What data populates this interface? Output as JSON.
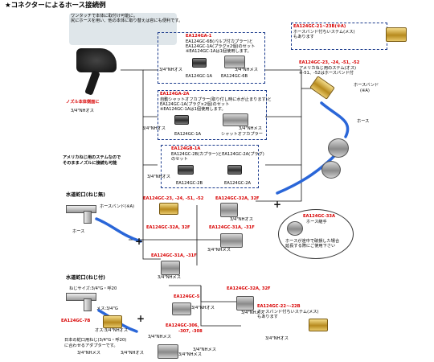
{
  "title": "★コネクターによるホース接続例",
  "intro": [
    "ワンタッチで本体に取付け可能に。",
    "尻にホースを用い、他の本体に取り替えは容にも便利です。"
  ],
  "nozzle_label": "ノズル本体側面に",
  "nozzle_thread": "3/4\"NHオス",
  "american_note": [
    "アメリカねじ用のステムなので",
    "そのままノズルに接続も可能"
  ],
  "box1": {
    "code": "EA124GA-1",
    "lines": [
      "EA124GC-6B(バルブ付カプラー)と",
      "EA124GC-1A(プラグ×2個)のセット",
      "※EA124GC-1Aは1個使用します。"
    ],
    "left_code": "EA124GC-1A",
    "right_code": "EA124GC-6B",
    "left_thread": "3/4\"NHオス",
    "right_thread": "3/4\"NHメス"
  },
  "box2": {
    "code": "EA124GA-2A",
    "lines": [
      "自動シャットオフカプラー(取り付し時に水が止まります)と",
      "EA124GC-1A(プラグ×2個)のセット",
      "※EA124GC-1Aは1個使用します。"
    ],
    "left_thread": "3/4\"NHオス",
    "left_code": "EA124GC-1A",
    "right_code": "シャットオフカプラー",
    "right_thread": "3/4\"NHメス"
  },
  "box3": {
    "code": "EA124GB-1A",
    "lines": [
      "EA124GC-2B(カプラー)とEA124GC-2A(プラグ)",
      "のセット"
    ],
    "left_thread": "3/4\"NHオス",
    "left_code": "EA124GC-2B",
    "right_code": "EA124GC-2A"
  },
  "box4": {
    "code": "EA124GC-21~23B(※A)",
    "lines": [
      "ホースバンド付ちいステム(メス)",
      "もあります"
    ]
  },
  "codes": {
    "c23_right": "EA124GC-23, -24, -51, -52",
    "c23_note": [
      "アメリカねじ用のステム(オス)",
      "※-51、-52はホースバンド付"
    ],
    "hose_band": "ホースバンド",
    "sa": "(※A)",
    "hose_right": "ホース",
    "water_tap1": "水道蛇口(ねじ無)",
    "hose_band2": "ホースバンド(※A)",
    "c23_left": "EA124GC-23, -24, -51, -52",
    "c32a": "EA124GC-32A, 32F",
    "hose_left": "ホース",
    "c32a2": "EA124GC-32A, 32F",
    "c31a": "EA124GC-31A, -31F",
    "c31a2": "EA124GC-31A, -31F",
    "thread_male": "3/4\"NHオス",
    "thread_female": "3/4\"NHメス",
    "thread_female2": "3/4\"NHメス",
    "thread_female3": "3/4\"NHメス",
    "thread_male2": "3/4\"NHオス",
    "thread_female4": "3/4\"NHメス",
    "hose_joint": "ホース継手",
    "hose_joint_note": [
      "ホースが途中で破損した場合",
      "延長する際にご使用下さい"
    ],
    "c33a": "EA124GC-33A",
    "water_tap2": "水道蛇口(ねじ付)",
    "screw_size": "ねじサイズ:3/4\"G・呼20",
    "female_label": "メス:3/4\"G",
    "male_label": "オス:3/4\"NHオス",
    "c5": "EA124GC-5",
    "c7b": "EA124GC-7B",
    "c306": "EA124GC-306,",
    "c307": "-307, -308",
    "c32a3": "EA124GC-32A, 32F",
    "c22": "EA124GC-22~-22B",
    "c22_note": [
      "ホースバンド付ちいステム(メス)",
      "もあります"
    ],
    "tap_adapter": [
      "日本の蛇口用ねじ(3/4\"G・呼20)",
      "に合わせるアダプターです。"
    ],
    "thread_male3": "3/4\"NHオス",
    "thread_female5": "3/4\"NHメス",
    "thread_female6": "3/4\"NHメス",
    "thread_male4": "3/4\"NHオス",
    "thread_female7": "3/4\"NHメス"
  }
}
